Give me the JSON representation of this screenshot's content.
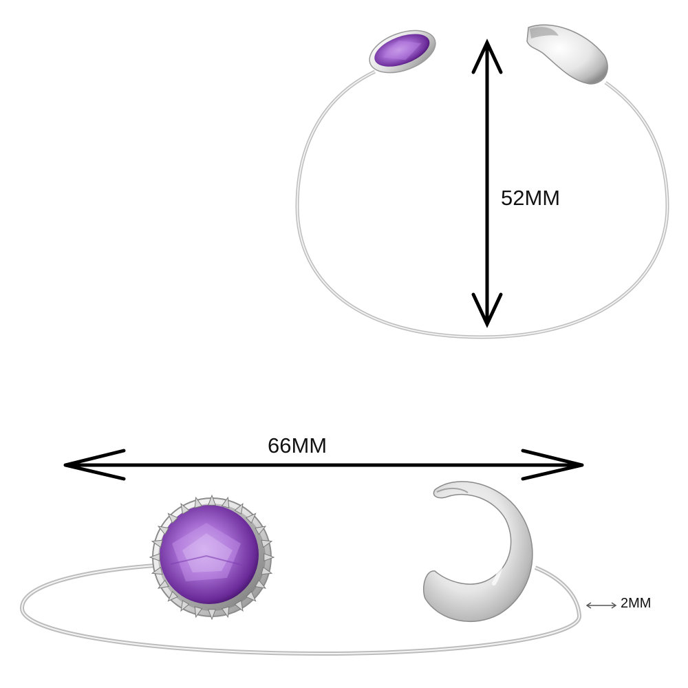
{
  "dimensions": {
    "height_label": "52MM",
    "width_label": "66MM",
    "wire_label": "2MM"
  },
  "colors": {
    "silver_light": "#f4f4f4",
    "silver_mid": "#c8c8c8",
    "silver_dark": "#8a8a8a",
    "amethyst_light": "#c9a2e8",
    "amethyst_mid": "#9b59c7",
    "amethyst_dark": "#5a1f86",
    "arrow": "#000000"
  }
}
